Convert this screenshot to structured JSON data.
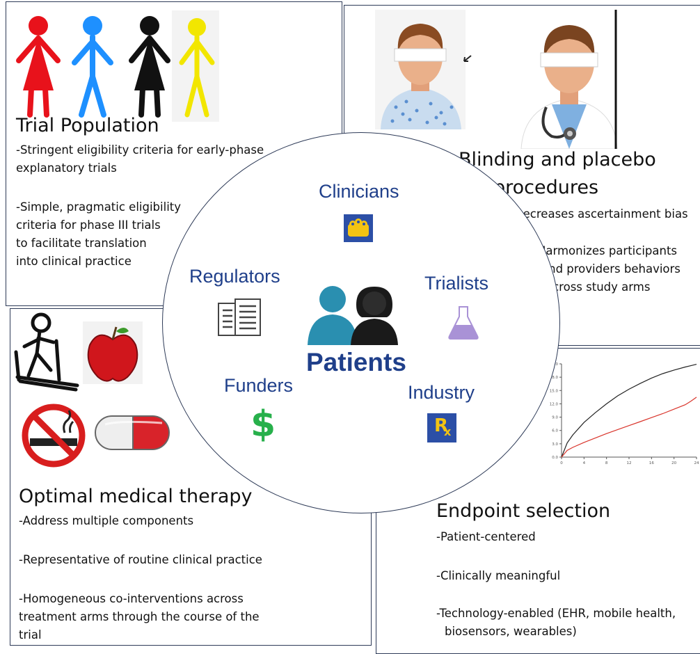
{
  "trial_population": {
    "title": "Trial Population",
    "lines": [
      "-Stringent eligibility criteria for early-phase",
      "explanatory trials",
      "-Simple, pragmatic eligibility",
      "criteria for phase III trials",
      "to facilitate translation",
      "into clinical practice"
    ]
  },
  "blinding": {
    "title_line1": "Blinding and placebo",
    "title_line2": "procedures",
    "lines": [
      "-Decreases ascertainment bias",
      "-Harmonizes participants",
      "and providers behaviors",
      "across study arms"
    ]
  },
  "medical_therapy": {
    "title": "Optimal medical therapy",
    "lines": [
      "-Address multiple components",
      "-Representative of routine clinical practice",
      "-Homogeneous co-interventions across",
      "treatment arms through the course of the",
      "trial"
    ]
  },
  "endpoint": {
    "title": "Endpoint selection",
    "lines": [
      "-Patient-centered",
      "-Clinically meaningful",
      "-Technology-enabled (EHR, mobile health,",
      "biosensors, wearables)"
    ]
  },
  "center": {
    "patients": "Patients",
    "clinicians": "Clinicians",
    "regulators": "Regulators",
    "trialists": "Trialists",
    "funders": "Funders",
    "industry": "Industry",
    "dollar": "$",
    "rx": "R"
  },
  "colors": {
    "stakeholder_text": "#1f3f8a",
    "figure_red": "#e8121b",
    "figure_blue": "#1e90ff",
    "figure_black": "#111111",
    "figure_yellow": "#f2e600",
    "patient_teal": "#2a8fb0",
    "dollar_green": "#27b04b",
    "curve_black": "#222222",
    "curve_red": "#d9342b"
  },
  "chart_data": {
    "type": "line",
    "x_ticks": [
      "0",
      "4",
      "8",
      "12",
      "16",
      "20",
      "24"
    ],
    "y_ticks": [
      "0.0",
      "3.0",
      "6.0",
      "9.0",
      "12.0",
      "15.0",
      "18.0",
      "21.0"
    ],
    "xlim": [
      0,
      24
    ],
    "ylim": [
      0,
      21
    ],
    "series": [
      {
        "color": "#222222",
        "x": [
          0,
          1,
          2,
          4,
          6,
          8,
          10,
          12,
          14,
          16,
          18,
          20,
          22,
          23,
          24
        ],
        "y": [
          0,
          3.2,
          5,
          7.8,
          10,
          12,
          13.8,
          15.3,
          16.6,
          17.8,
          18.8,
          19.6,
          20.3,
          20.6,
          20.9
        ]
      },
      {
        "color": "#d9342b",
        "x": [
          0,
          1,
          2,
          4,
          6,
          8,
          10,
          12,
          14,
          16,
          18,
          20,
          22,
          23,
          24
        ],
        "y": [
          0,
          1.5,
          2.2,
          3.3,
          4.3,
          5.3,
          6.2,
          7.1,
          8.0,
          8.9,
          9.8,
          10.8,
          11.8,
          12.6,
          13.5
        ]
      }
    ]
  }
}
